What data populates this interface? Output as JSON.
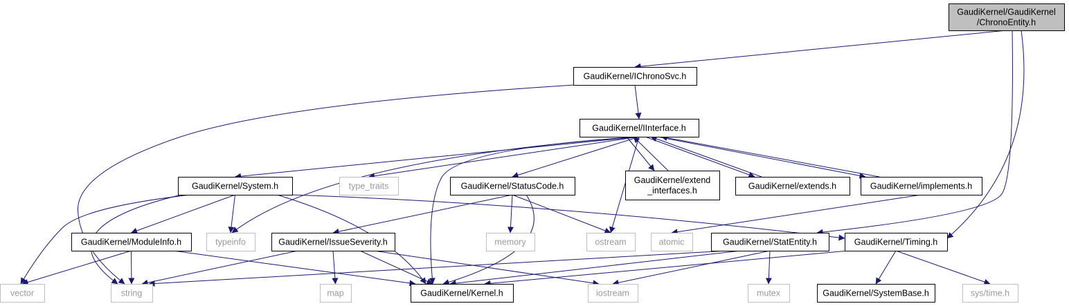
{
  "colors": {
    "edge": "#191970",
    "node_border": "#000000",
    "external_border": "#bfbfbf",
    "external_text": "#9a9a9a",
    "root_fill": "#bfbfbf",
    "text": "#000000"
  },
  "graph": {
    "nodes": [
      {
        "id": "root",
        "lines": [
          "GaudiKernel/GaudiKernel",
          "/ChronoEntity.h"
        ],
        "kind": "root"
      },
      {
        "id": "ichronosvc",
        "lines": [
          "GaudiKernel/IChronoSvc.h"
        ],
        "kind": "file"
      },
      {
        "id": "iinterface",
        "lines": [
          "GaudiKernel/IInterface.h"
        ],
        "kind": "file"
      },
      {
        "id": "system",
        "lines": [
          "GaudiKernel/System.h"
        ],
        "kind": "file"
      },
      {
        "id": "type_traits",
        "lines": [
          "type_traits"
        ],
        "kind": "external"
      },
      {
        "id": "statuscode",
        "lines": [
          "GaudiKernel/StatusCode.h"
        ],
        "kind": "file"
      },
      {
        "id": "extend_interfaces",
        "lines": [
          "GaudiKernel/extend",
          "_interfaces.h"
        ],
        "kind": "file"
      },
      {
        "id": "extends",
        "lines": [
          "GaudiKernel/extends.h"
        ],
        "kind": "file"
      },
      {
        "id": "implements",
        "lines": [
          "GaudiKernel/implements.h"
        ],
        "kind": "file"
      },
      {
        "id": "moduleinfo",
        "lines": [
          "GaudiKernel/ModuleInfo.h"
        ],
        "kind": "file"
      },
      {
        "id": "typeinfo",
        "lines": [
          "typeinfo"
        ],
        "kind": "external"
      },
      {
        "id": "issueseverity",
        "lines": [
          "GaudiKernel/IssueSeverity.h"
        ],
        "kind": "file"
      },
      {
        "id": "memory",
        "lines": [
          "memory"
        ],
        "kind": "external"
      },
      {
        "id": "ostream",
        "lines": [
          "ostream"
        ],
        "kind": "external"
      },
      {
        "id": "atomic",
        "lines": [
          "atomic"
        ],
        "kind": "external"
      },
      {
        "id": "statentity",
        "lines": [
          "GaudiKernel/StatEntity.h"
        ],
        "kind": "file"
      },
      {
        "id": "timing",
        "lines": [
          "GaudiKernel/Timing.h"
        ],
        "kind": "file"
      },
      {
        "id": "vector",
        "lines": [
          "vector"
        ],
        "kind": "external"
      },
      {
        "id": "string",
        "lines": [
          "string"
        ],
        "kind": "external"
      },
      {
        "id": "map",
        "lines": [
          "map"
        ],
        "kind": "external"
      },
      {
        "id": "kernel",
        "lines": [
          "GaudiKernel/Kernel.h"
        ],
        "kind": "file"
      },
      {
        "id": "iostream",
        "lines": [
          "iostream"
        ],
        "kind": "external"
      },
      {
        "id": "mutex",
        "lines": [
          "mutex"
        ],
        "kind": "external"
      },
      {
        "id": "systembase",
        "lines": [
          "GaudiKernel/SystemBase.h"
        ],
        "kind": "file"
      },
      {
        "id": "systime",
        "lines": [
          "sys/time.h"
        ],
        "kind": "external"
      }
    ],
    "edges": [
      {
        "from": "root",
        "to": "ichronosvc"
      },
      {
        "from": "root",
        "to": "statentity"
      },
      {
        "from": "root",
        "to": "timing"
      },
      {
        "from": "ichronosvc",
        "to": "iinterface"
      },
      {
        "from": "ichronosvc",
        "to": "string"
      },
      {
        "from": "iinterface",
        "to": "system"
      },
      {
        "from": "iinterface",
        "to": "type_traits"
      },
      {
        "from": "iinterface",
        "to": "statuscode"
      },
      {
        "from": "iinterface",
        "to": "extend_interfaces"
      },
      {
        "from": "iinterface",
        "to": "extends"
      },
      {
        "from": "iinterface",
        "to": "implements"
      },
      {
        "from": "iinterface",
        "to": "typeinfo"
      },
      {
        "from": "iinterface",
        "to": "ostream"
      },
      {
        "from": "iinterface",
        "to": "kernel"
      },
      {
        "from": "extend_interfaces",
        "to": "iinterface"
      },
      {
        "from": "extends",
        "to": "iinterface"
      },
      {
        "from": "implements",
        "to": "iinterface"
      },
      {
        "from": "implements",
        "to": "atomic"
      },
      {
        "from": "system",
        "to": "moduleinfo"
      },
      {
        "from": "system",
        "to": "typeinfo"
      },
      {
        "from": "system",
        "to": "vector"
      },
      {
        "from": "system",
        "to": "string"
      },
      {
        "from": "system",
        "to": "kernel"
      },
      {
        "from": "system",
        "to": "timing"
      },
      {
        "from": "moduleinfo",
        "to": "vector"
      },
      {
        "from": "moduleinfo",
        "to": "string"
      },
      {
        "from": "moduleinfo",
        "to": "kernel"
      },
      {
        "from": "statuscode",
        "to": "issueseverity"
      },
      {
        "from": "statuscode",
        "to": "memory"
      },
      {
        "from": "statuscode",
        "to": "ostream"
      },
      {
        "from": "statuscode",
        "to": "kernel"
      },
      {
        "from": "issueseverity",
        "to": "string"
      },
      {
        "from": "issueseverity",
        "to": "map"
      },
      {
        "from": "issueseverity",
        "to": "kernel"
      },
      {
        "from": "issueseverity",
        "to": "iostream"
      },
      {
        "from": "statentity",
        "to": "string"
      },
      {
        "from": "statentity",
        "to": "kernel"
      },
      {
        "from": "statentity",
        "to": "iostream"
      },
      {
        "from": "statentity",
        "to": "mutex"
      },
      {
        "from": "timing",
        "to": "kernel"
      },
      {
        "from": "timing",
        "to": "systembase"
      },
      {
        "from": "timing",
        "to": "systime"
      }
    ]
  }
}
